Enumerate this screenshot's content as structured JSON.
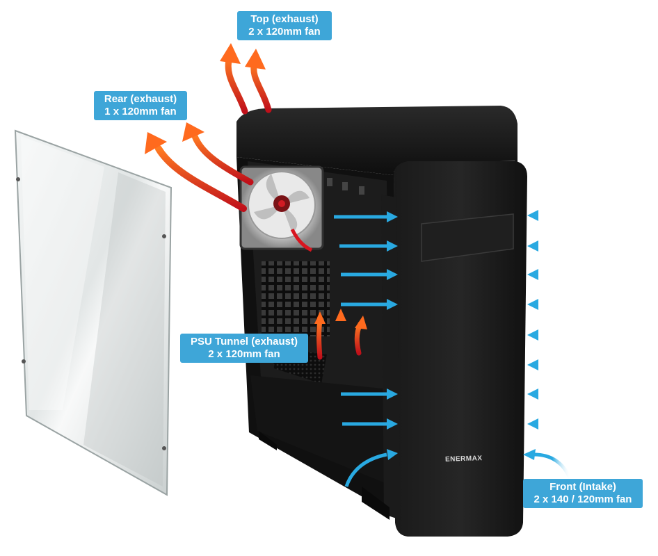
{
  "colors": {
    "label_bg": "#3ea6d8",
    "label_text": "#ffffff",
    "exhaust_arrow": "#f04a1c",
    "intake_arrow": "#29a9e1",
    "case_body": "#151515"
  },
  "labels": {
    "top": {
      "line1": "Top (exhaust)",
      "line2": "2 x 120mm fan"
    },
    "rear": {
      "line1": "Rear (exhaust)",
      "line2": "1 x 120mm fan"
    },
    "psu": {
      "line1": "PSU Tunnel (exhaust)",
      "line2": "2 x 120mm fan"
    },
    "front": {
      "line1": "Front (Intake)",
      "line2": "2 x 140 / 120mm fan"
    }
  },
  "brand": "ENERMAX",
  "icons": {
    "side_panel": "tempered-glass-panel",
    "case": "pc-tower-case",
    "rear_fan": "fan-icon",
    "intake_arrows": "arrow-left-icon",
    "exhaust_arrows": "arrow-up-icon"
  }
}
